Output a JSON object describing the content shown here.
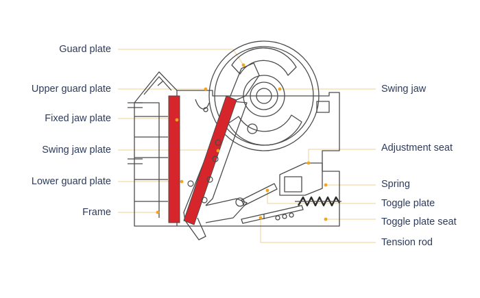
{
  "colors": {
    "background": "#ffffff",
    "outline": "#4a4a4a",
    "jaw_plate": "#d7262b",
    "leader_line": "#f1d9a6",
    "marker": "#f2a51f",
    "label_text": "#2c3a5c"
  },
  "labels_left": [
    {
      "key": "guard-plate",
      "text": "Guard plate"
    },
    {
      "key": "upper-guard-plate",
      "text": "Upper guard plate"
    },
    {
      "key": "fixed-jaw-plate",
      "text": "Fixed jaw plate"
    },
    {
      "key": "swing-jaw-plate",
      "text": "Swing jaw plate"
    },
    {
      "key": "lower-guard-plate",
      "text": "Lower guard plate"
    },
    {
      "key": "frame",
      "text": "Frame"
    }
  ],
  "labels_right": [
    {
      "key": "swing-jaw",
      "text": "Swing jaw"
    },
    {
      "key": "adjustment-seat",
      "text": "Adjustment seat"
    },
    {
      "key": "spring",
      "text": "Spring"
    },
    {
      "key": "toggle-plate",
      "text": "Toggle plate"
    },
    {
      "key": "toggle-plate-seat",
      "text": "Toggle plate seat"
    },
    {
      "key": "tension-rod",
      "text": "Tension rod"
    }
  ]
}
